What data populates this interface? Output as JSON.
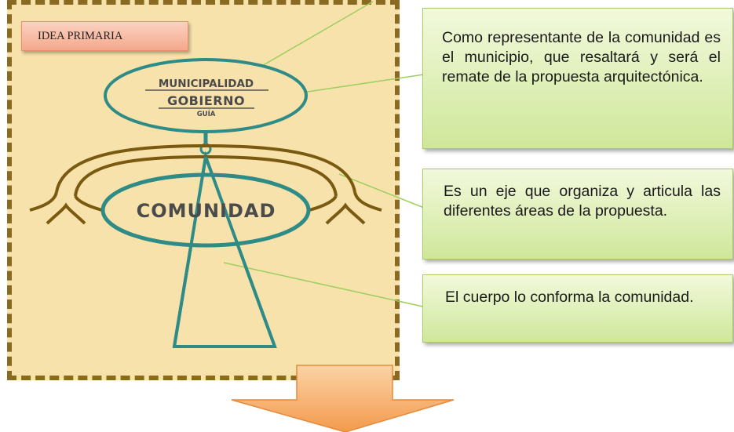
{
  "idea_label": "IDEA PRIMARIA",
  "top_oval": {
    "line1": "MUNICIPALIDAD",
    "line2": "GOBIERNO",
    "line3": "GUÍA"
  },
  "community_label": "COMUNIDAD",
  "notes": [
    "Como representante de la comunidad es el municipio, que resaltará y será el remate de la propuesta arquitectónica.",
    "Es un eje que organiza y articula las diferentes áreas de la propuesta.",
    "El cuerpo lo conforma la comunidad."
  ],
  "colors": {
    "panel_fill": "#f8e2ac",
    "panel_border": "#8a6a20",
    "oval_stroke": "#2e8b86",
    "axis_stroke": "#7a5a10",
    "note_fill": "#e4f2bd",
    "arrow_fill": "#f7a85d"
  }
}
